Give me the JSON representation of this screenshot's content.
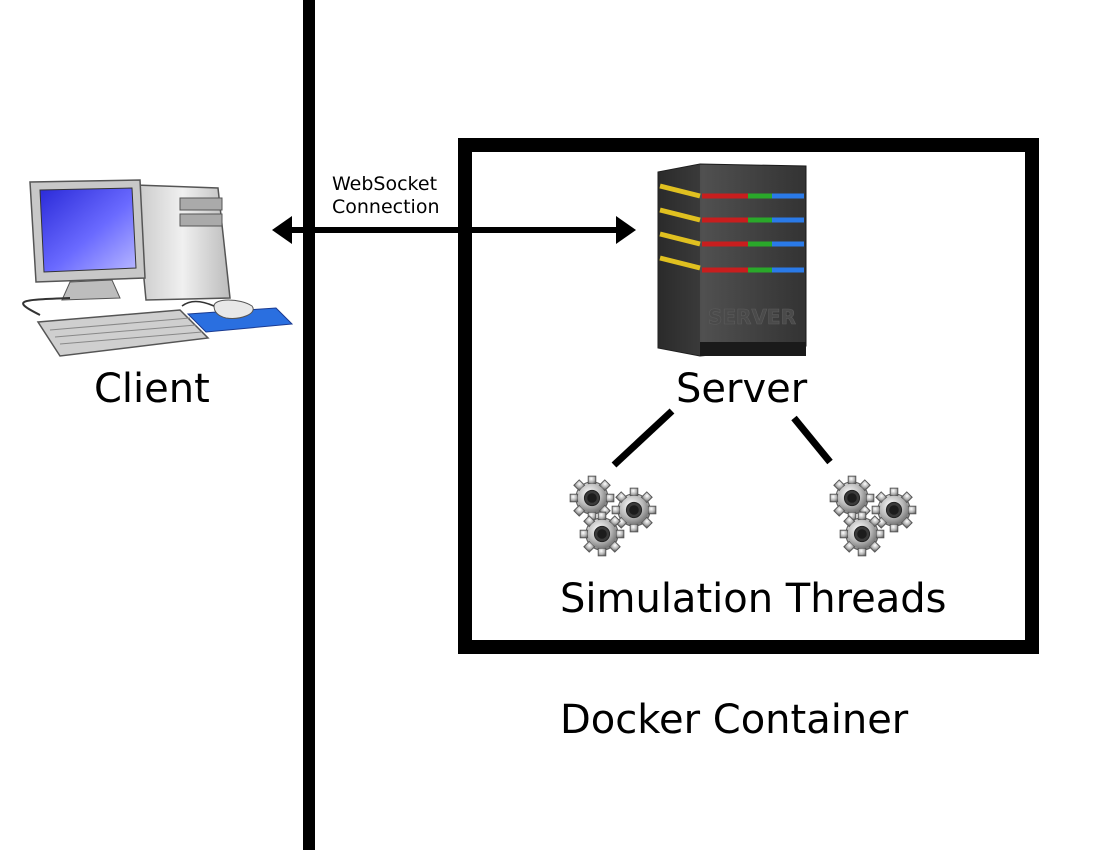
{
  "nodes": {
    "client": {
      "label": "Client"
    },
    "server": {
      "label": "Server",
      "engraving": "SERVER"
    },
    "simulation": {
      "label": "Simulation Threads"
    },
    "container": {
      "label": "Docker Container"
    }
  },
  "connection": {
    "line1": "WebSocket",
    "line2": "Connection"
  },
  "colors": {
    "monitor_screen": "#3a3af0",
    "mousepad": "#2a6fe0",
    "server_body": "#3c3c3c",
    "stripe_red": "#c81e1e",
    "stripe_green": "#2aa82a",
    "stripe_blue": "#2a7ae8",
    "stripe_yellow": "#e0c020"
  }
}
